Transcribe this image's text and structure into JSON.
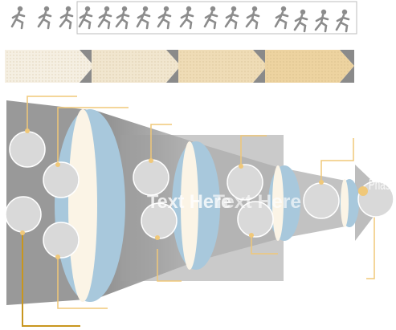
{
  "diagram": {
    "colors": {
      "funnel_gray": "#9a9a9a",
      "funnel_gray_light": "#c9c9c9",
      "disc_cream": "#fbf4e6",
      "disc_blue": "#a8c8dc",
      "circle_fill": "#d9d9d9",
      "leader_gold": "#f0c879",
      "leader_dark": "#c8961e",
      "arrow_1": "#f5efe2",
      "arrow_2": "#f1e6cf",
      "arrow_3": "#efdcb6",
      "arrow_4": "#edd3a0",
      "arrow_tip": "#8a8a8a"
    },
    "runner_icons": [
      "runner-sprint-icon",
      "runner-crouch-icon",
      "runner-stride-icon",
      "runner-jump-icon",
      "runner-dive-icon"
    ],
    "funnel_text_1": "Text Here",
    "funnel_text_2": "Text Here",
    "end_text": "Phase"
  }
}
